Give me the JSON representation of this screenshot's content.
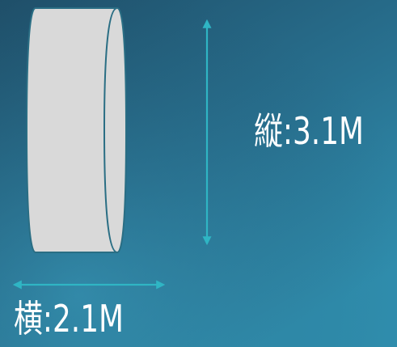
{
  "dimensions": {
    "height_text": "縦:3.1M",
    "width_text": "横:2.1M"
  },
  "colors": {
    "background_top_left": "#1f4f69",
    "background_bottom": "#2f86a7",
    "background_right": "#2a6e8b",
    "cylinder_fill": "#d9d9d9",
    "cylinder_stroke": "#2a6e84",
    "arrow": "#2fb5c4",
    "text": "#ffffff"
  },
  "shape": "cylinder-side-view"
}
